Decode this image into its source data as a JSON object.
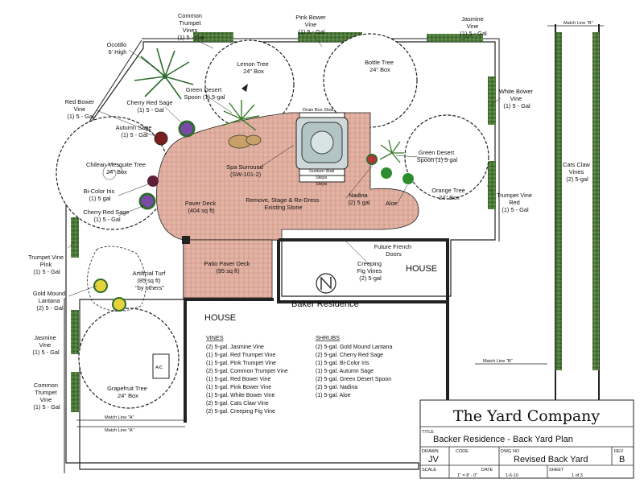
{
  "labels": {
    "common_trumpet_top": [
      "Common",
      "Trumpet",
      "Vines",
      "(1) 5 - Gal"
    ],
    "pink_bower": [
      "Pink Bower",
      "Vine",
      "(1) 5 - Gal"
    ],
    "jasmine_top": [
      "Jasmine",
      "Vine",
      "(1) 5 - Gal"
    ],
    "ocotillo": [
      "Ocotillo",
      "6' High"
    ],
    "lemon_tree": [
      "Lemon Tree",
      "24\" Box"
    ],
    "bottle_tree": [
      "Bottle Tree",
      "24\" Box"
    ],
    "green_desert_top": [
      "Green Desert",
      "Spoon (1) 5-gal"
    ],
    "white_bower": [
      "White Bower",
      "Vine",
      "(1) 5 - Gal"
    ],
    "red_bower": [
      "Red Bower",
      "Vine",
      "(1) 5 - Gal"
    ],
    "cherry_sage_top": [
      "Cherry Red Sage",
      "(1) 5 - Gal"
    ],
    "autumn_sage": [
      "Autumn Sage",
      "(1) 5 - Gal"
    ],
    "chilean_mesquite": [
      "Chilean Mesquite Tree",
      "24\" Box"
    ],
    "spa_surround": [
      "Spa Surround",
      "(SW-101-2)"
    ],
    "green_desert_right": [
      "Green Desert",
      "Spoon (1) 5 gal"
    ],
    "orange_tree": [
      "Orange Tree",
      "24\" Box"
    ],
    "cats_claw": [
      "Cats Claw",
      "Vines",
      "(2) 5-gal"
    ],
    "bicolor": [
      "Bi-Color Iris",
      "(1) 5 gal"
    ],
    "paver_deck": [
      "Paver Deck",
      "(404 sq ft)"
    ],
    "remove_stone": [
      "Remove, Stage & Re-Dress",
      "Existing Stone"
    ],
    "nadina": [
      "Nadina",
      "(2) 5 gal"
    ],
    "aloe": "Aloe",
    "trumpet_vine_red": [
      "Trumpet Vine",
      "Red",
      "(1) 5 - Gal"
    ],
    "cherry_sage_left": [
      "Cherry Red Sage",
      "(1) 5 - Gal"
    ],
    "future_doors": [
      "Future French",
      "Doors"
    ],
    "trumpet_vine_pink": [
      "Trumpet Vine",
      "Pink",
      "(1) 5 - Gal"
    ],
    "patio_deck": [
      "Patio Paver Deck",
      "(95 sq ft)"
    ],
    "creeping_fig": [
      "Creeping",
      "Fig Vines",
      "(2) 5-gal"
    ],
    "house_right": "HOUSE",
    "artificial_turf": [
      "Artificial Turf",
      "(85 sq ft)",
      "\"by others\""
    ],
    "gold_mound": [
      "Gold Mound",
      "Lantana",
      "(2) 5 - Gal"
    ],
    "baker_residence": "Baker Residence",
    "house_left": "HOUSE",
    "jasmine_left": [
      "Jasmine",
      "Vine",
      "(1) 5 - Gal"
    ],
    "ac_unit": "A/C",
    "common_trumpet_bottom": [
      "Common",
      "Trumpet",
      "Vine",
      "(1) 5 - Gal"
    ],
    "grapefruit": [
      "Grapefruit Tree",
      "24\" Box"
    ],
    "match_line_small": [
      "Match Line \"A\"",
      "Match Line \"B\""
    ],
    "drain_box": "Drain Box Shell",
    "steps": [
      "Steps",
      "Steps"
    ],
    "sunken_wall": "Sunken Wall"
  },
  "legend": {
    "vines_title": "VINES",
    "vines": [
      "(2) 5-gal. Jasmine Vine",
      "(1) 5-gal. Red Trumpet Vine",
      "(1) 5-gal. Pink Trumpet Vine",
      "(2) 5-gal. Common Trumpet Vine",
      "(1) 5-gal. Red Bower Vine",
      "(1) 5-gal. Pink Bower Vine",
      "(1) 5-gal. White Bower Vine",
      "(2) 5-gal. Cats Claw Vine",
      "(2) 5-gal. Creeping Fig Vine"
    ],
    "shrubs_title": "SHRUBS",
    "shrubs": [
      "(2) 5-gal. Gold Mound Lantana",
      "(2) 5-gal. Cherry Red Sage",
      "(1) 5-gal. Bi-Color Iris",
      "(1) 5-gal. Autumn Sage",
      "(2) 5-gal. Green Desert Spoon",
      "(2) 5-gal. Nadina",
      "(1) 5-gal. Aloe"
    ]
  },
  "title_block": {
    "company": "The Yard Company",
    "title_label": "TITLE",
    "title": "Backer Residence - Back Yard Plan",
    "drawn_label": "DRAWN",
    "drawn": "JV",
    "code_label": "CODE",
    "dwg_label": "DWG NO",
    "dwg": "Revised Back Yard",
    "rev_label": "REV",
    "rev": "B",
    "scale_label": "SCALE",
    "scale": "1\" = 8' - 0\"",
    "date_label": "DATE",
    "date": "1-6-10",
    "sheet_label": "SHEET",
    "sheet": "1 of 3"
  },
  "match_lines": {
    "right_top": "Match Line \"B\"",
    "right_bottom": "Match Line \"B\"",
    "bottom_a": "Match Line \"A\"",
    "bottom_b": "Match Line \"A\""
  }
}
